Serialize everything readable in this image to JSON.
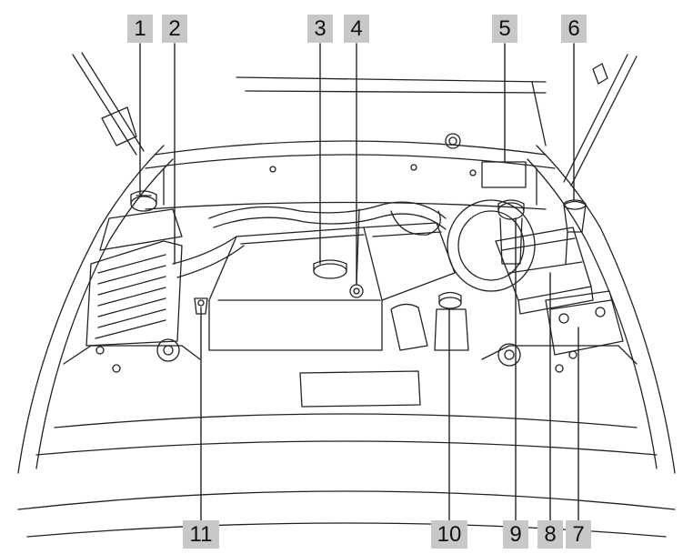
{
  "colors": {
    "callout_fill": "#c8c8c8",
    "callout_text": "#111111",
    "line": "#222222",
    "background": "#ffffff"
  },
  "callouts": [
    {
      "label": "1"
    },
    {
      "label": "2"
    },
    {
      "label": "3"
    },
    {
      "label": "4"
    },
    {
      "label": "5"
    },
    {
      "label": "6"
    },
    {
      "label": "7"
    },
    {
      "label": "8"
    },
    {
      "label": "9"
    },
    {
      "label": "10"
    },
    {
      "label": "11"
    }
  ]
}
